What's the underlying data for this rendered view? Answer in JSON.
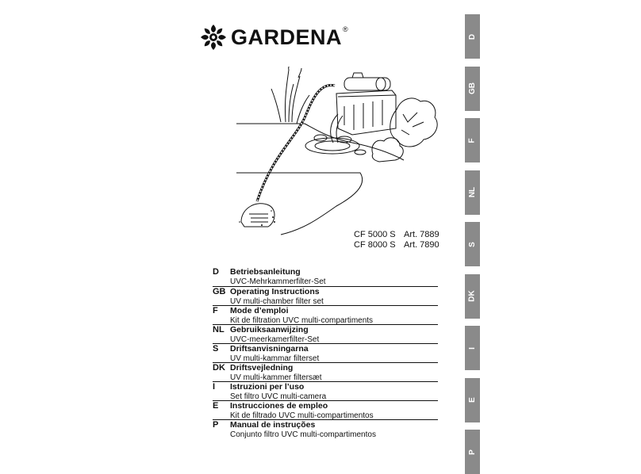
{
  "brand": {
    "name": "GARDENA",
    "registered": "®"
  },
  "models": [
    {
      "model": "CF 5000 S",
      "art": "Art. 7889"
    },
    {
      "model": "CF 8000 S",
      "art": "Art. 7890"
    }
  ],
  "languages": [
    {
      "code": "D",
      "title": "Betriebsanleitung",
      "subtitle": "UVC-Mehrkammerfilter-Set"
    },
    {
      "code": "GB",
      "title": "Operating Instructions",
      "subtitle": "UV multi-chamber filter set"
    },
    {
      "code": "F",
      "title": "Mode d’emploi",
      "subtitle": "Kit de filtration UVC multi-compartiments"
    },
    {
      "code": "NL",
      "title": "Gebruiksaanwijzing",
      "subtitle": "UVC-meerkamerfilter-Set"
    },
    {
      "code": "S",
      "title": "Driftsanvisningarna",
      "subtitle": "UV multi-kammar filterset"
    },
    {
      "code": "DK",
      "title": "Driftsvejledning",
      "subtitle": "UV multi-kammer filtersæt"
    },
    {
      "code": "I",
      "title": "Istruzioni per l’uso",
      "subtitle": "Set filtro UVC multi-camera"
    },
    {
      "code": "E",
      "title": "Instrucciones de empleo",
      "subtitle": "Kit de filtrado UVC multi-compartimentos"
    },
    {
      "code": "P",
      "title": "Manual de instruções",
      "subtitle": "Conjunto filtro UVC multi-compartimentos"
    }
  ],
  "tabs": [
    "D",
    "GB",
    "F",
    "NL",
    "S",
    "DK",
    "I",
    "E",
    "P"
  ],
  "colors": {
    "tab_gray": "#8a8a8a",
    "text": "#111111"
  }
}
